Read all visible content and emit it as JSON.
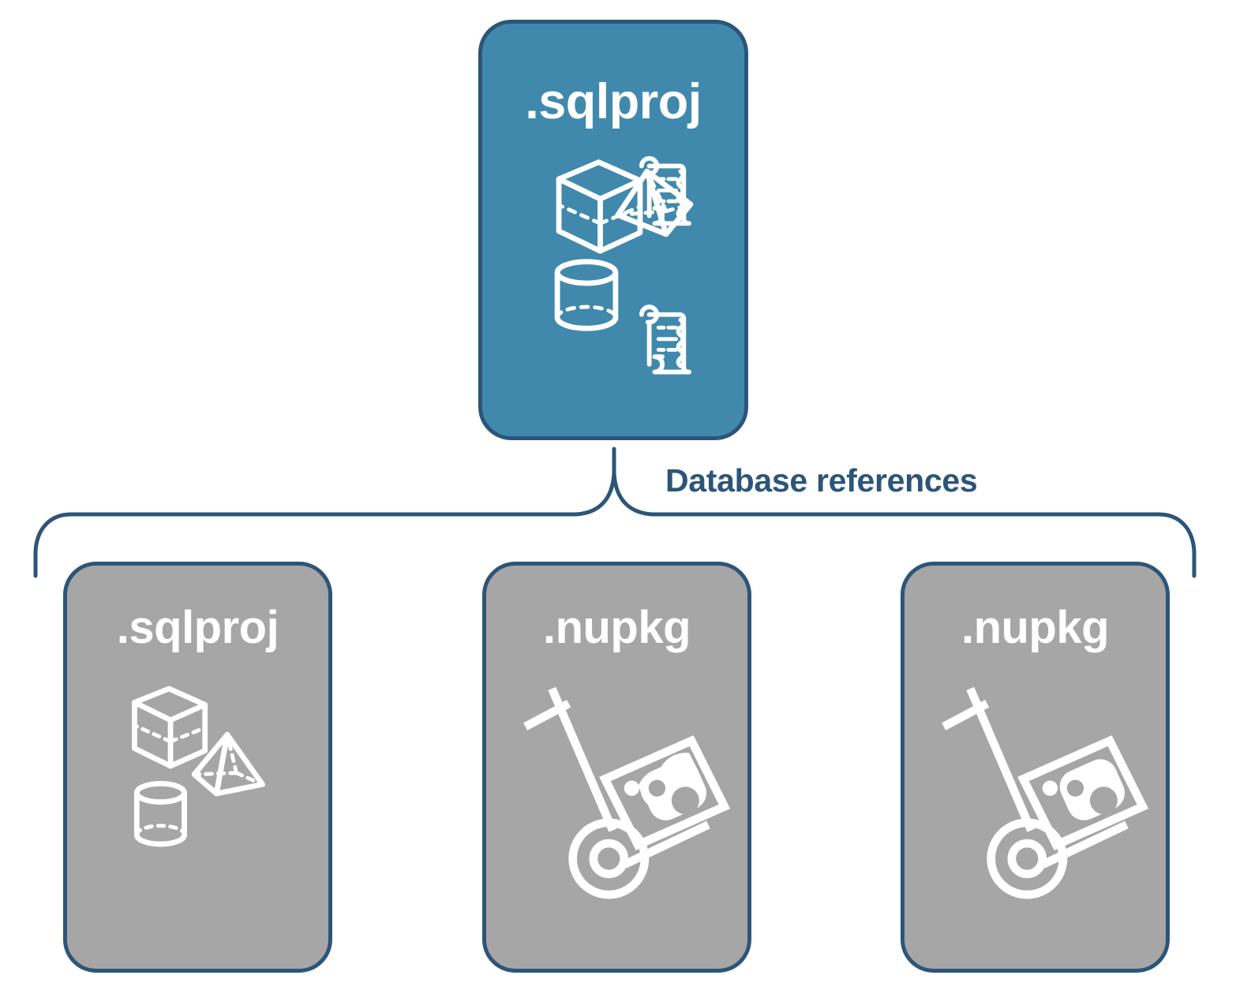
{
  "diagram": {
    "title_text": "Database references",
    "colors": {
      "primary_card_fill": "#4089ac",
      "secondary_card_fill": "#a6a6a6",
      "stroke": "#2c5578",
      "icon": "#ffffff",
      "background": "#ffffff"
    },
    "root": {
      "label": ".sqlproj",
      "icons": [
        "cube-icon",
        "scroll-icon",
        "pyramid-icon",
        "cylinder-icon",
        "scroll-icon"
      ]
    },
    "connector": {
      "label": "Database references",
      "type": "curly-brace"
    },
    "references": [
      {
        "label": ".sqlproj",
        "icons": [
          "cube-icon",
          "pyramid-icon",
          "cylinder-icon"
        ]
      },
      {
        "label": ".nupkg",
        "icons": [
          "hand-truck-icon",
          "nuget-box-icon"
        ]
      },
      {
        "label": ".nupkg",
        "icons": [
          "hand-truck-icon",
          "nuget-box-icon"
        ]
      }
    ]
  }
}
